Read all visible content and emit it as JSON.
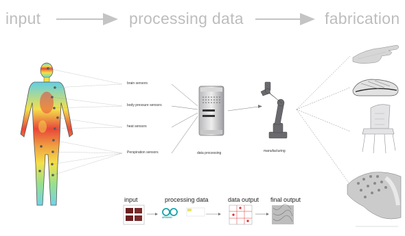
{
  "headers": {
    "input": "input",
    "processing": "processing data",
    "fabrication": "fabrication"
  },
  "sensors": [
    {
      "label": "brain sensors"
    },
    {
      "label": "body pressure sensors"
    },
    {
      "label": "heat sensors"
    },
    {
      "label": "Perspiration sensors"
    }
  ],
  "captions": {
    "data_processing": "data processing",
    "manufacturing": "manufacturing"
  },
  "workflow": {
    "steps": [
      {
        "title": "input"
      },
      {
        "title": "processing data"
      },
      {
        "title": "data output"
      },
      {
        "title": "final output"
      }
    ],
    "arduino_label": "ARDUINO"
  },
  "colors": {
    "header_gray": "#bdbdbd",
    "arrow_gray": "#c4c4c4",
    "arduino_teal": "#17a2a8",
    "body_red": "#e8463a",
    "body_yellow": "#f4e04a",
    "body_cyan": "#7fd6e8"
  }
}
